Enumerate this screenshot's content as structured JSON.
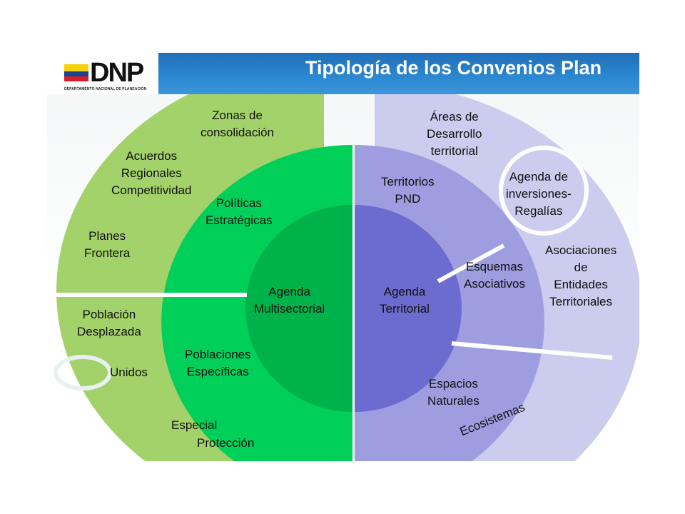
{
  "header": {
    "logo_text": "DNP",
    "logo_subtitle": "DEPARTAMENTO NACIONAL DE PLANEACIÓN",
    "title": "Tipología de los Convenios Plan"
  },
  "colors": {
    "light_green": "#a3d16a",
    "mid_green": "#00d05a",
    "dark_green": "#00b24a",
    "light_purple": "#ccccee",
    "mid_purple": "#9d9de0",
    "dark_purple": "#6b6bd0",
    "header_blue": "#2a86cf"
  },
  "diagram": {
    "left": {
      "outer_labels": {
        "zonas": [
          "Zonas de",
          "consolidación"
        ],
        "acuerdos": [
          "Acuerdos",
          "Regionales",
          "Competitividad"
        ],
        "planes": [
          "Planes",
          "Frontera"
        ],
        "poblacion": [
          "Población",
          "Desplazada"
        ],
        "unidos": "Unidos",
        "especial": "Especial",
        "proteccion": "Protección"
      },
      "middle_labels": {
        "politicas": [
          "Políticas",
          "Estratégicas"
        ],
        "poblaciones": [
          "Poblaciones",
          "Específicas"
        ]
      },
      "core_label": [
        "Agenda",
        "Multisectorial"
      ]
    },
    "right": {
      "outer_labels": {
        "areas": [
          "Áreas de",
          "Desarrollo",
          "territorial"
        ],
        "agenda_inv": [
          "Agenda de",
          "inversiones-",
          "Regalías"
        ],
        "asociaciones": [
          "Asociaciones",
          "de",
          "Entidades",
          "Territoriales"
        ],
        "ecosistemas": "Ecosistemas"
      },
      "middle_labels": {
        "territorios": [
          "Territorios",
          "PND"
        ],
        "esquemas": [
          "Esquemas",
          "Asociativos"
        ],
        "espacios": [
          "Espacios",
          "Naturales"
        ]
      },
      "core_label": [
        "Agenda",
        "Territorial"
      ]
    }
  }
}
